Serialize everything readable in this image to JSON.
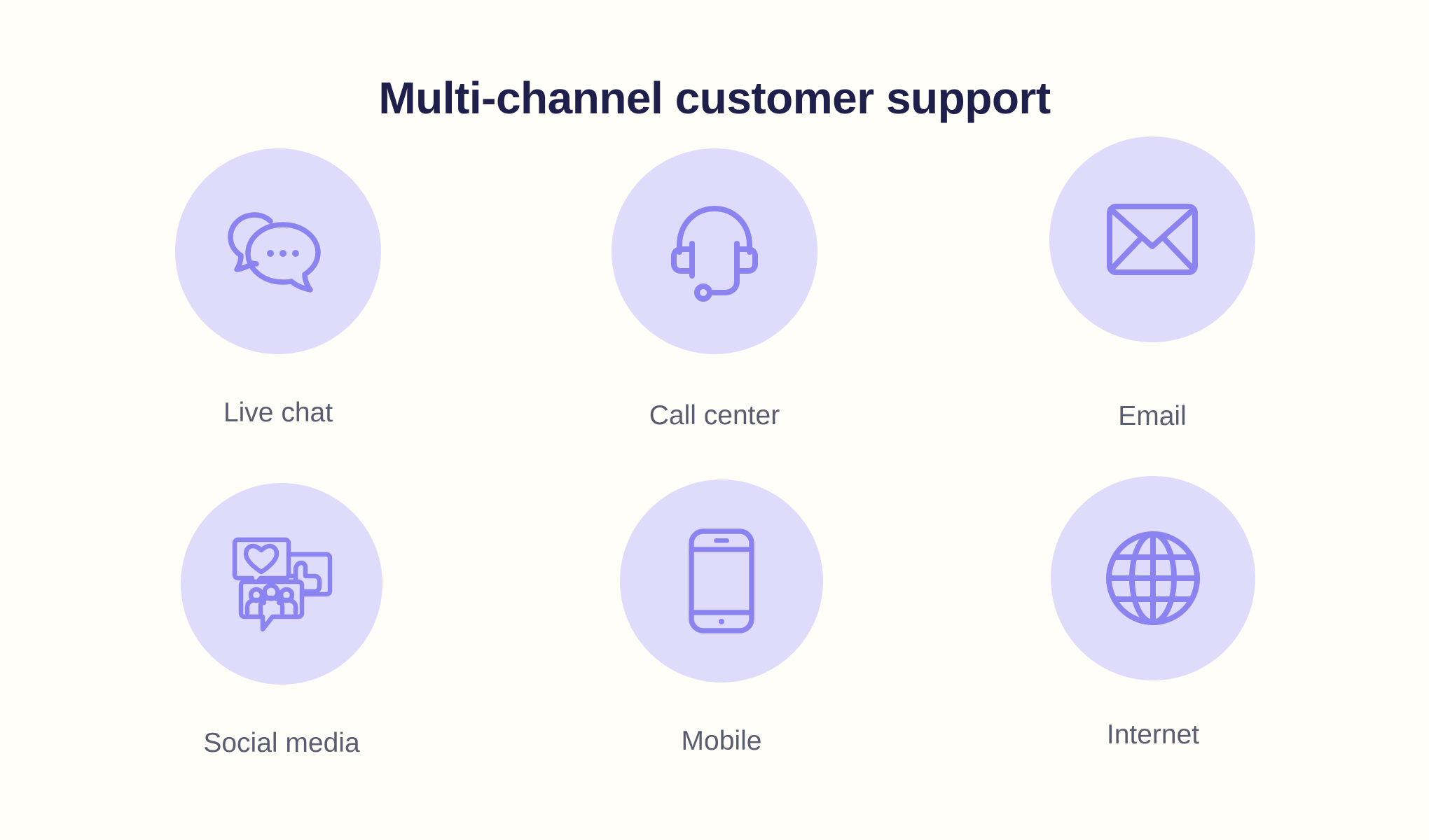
{
  "page": {
    "title": "Multi-channel customer support",
    "background_color": "#fffef8",
    "title_color": "#1e1f4b",
    "circle_color": "#dfdbfb",
    "icon_stroke_color": "#8b84f0",
    "label_color": "#5a5c70"
  },
  "channels": [
    {
      "id": "live-chat",
      "label": "Live chat",
      "icon": "chat-bubbles-icon"
    },
    {
      "id": "call-center",
      "label": "Call center",
      "icon": "headset-icon"
    },
    {
      "id": "email",
      "label": "Email",
      "icon": "envelope-icon"
    },
    {
      "id": "social-media",
      "label": "Social media",
      "icon": "social-bubbles-icon"
    },
    {
      "id": "mobile",
      "label": "Mobile",
      "icon": "smartphone-icon"
    },
    {
      "id": "internet",
      "label": "Internet",
      "icon": "globe-icon"
    }
  ]
}
